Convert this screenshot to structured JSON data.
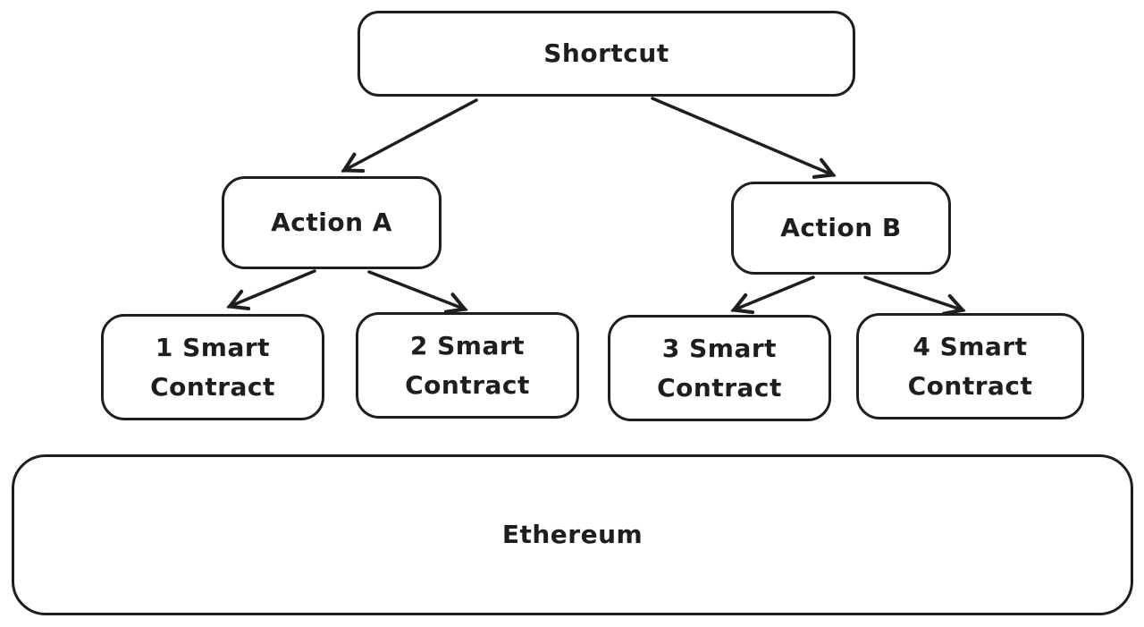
{
  "diagram": {
    "background_color": "#ffffff",
    "stroke_color": "#1e1e1e",
    "nodes": {
      "shortcut": {
        "label": "Shortcut"
      },
      "action_a": {
        "label": "Action A"
      },
      "action_b": {
        "label": "Action B"
      },
      "contract_1": {
        "label": "1 Smart\nContract"
      },
      "contract_2": {
        "label": "2 Smart\nContract"
      },
      "contract_3": {
        "label": "3 Smart\nContract"
      },
      "contract_4": {
        "label": "4 Smart\nContract"
      },
      "ethereum": {
        "label": "Ethereum"
      }
    },
    "edges": [
      {
        "from": "shortcut",
        "to": "action_a"
      },
      {
        "from": "shortcut",
        "to": "action_b"
      },
      {
        "from": "action_a",
        "to": "contract_1"
      },
      {
        "from": "action_a",
        "to": "contract_2"
      },
      {
        "from": "action_b",
        "to": "contract_3"
      },
      {
        "from": "action_b",
        "to": "contract_4"
      }
    ]
  }
}
